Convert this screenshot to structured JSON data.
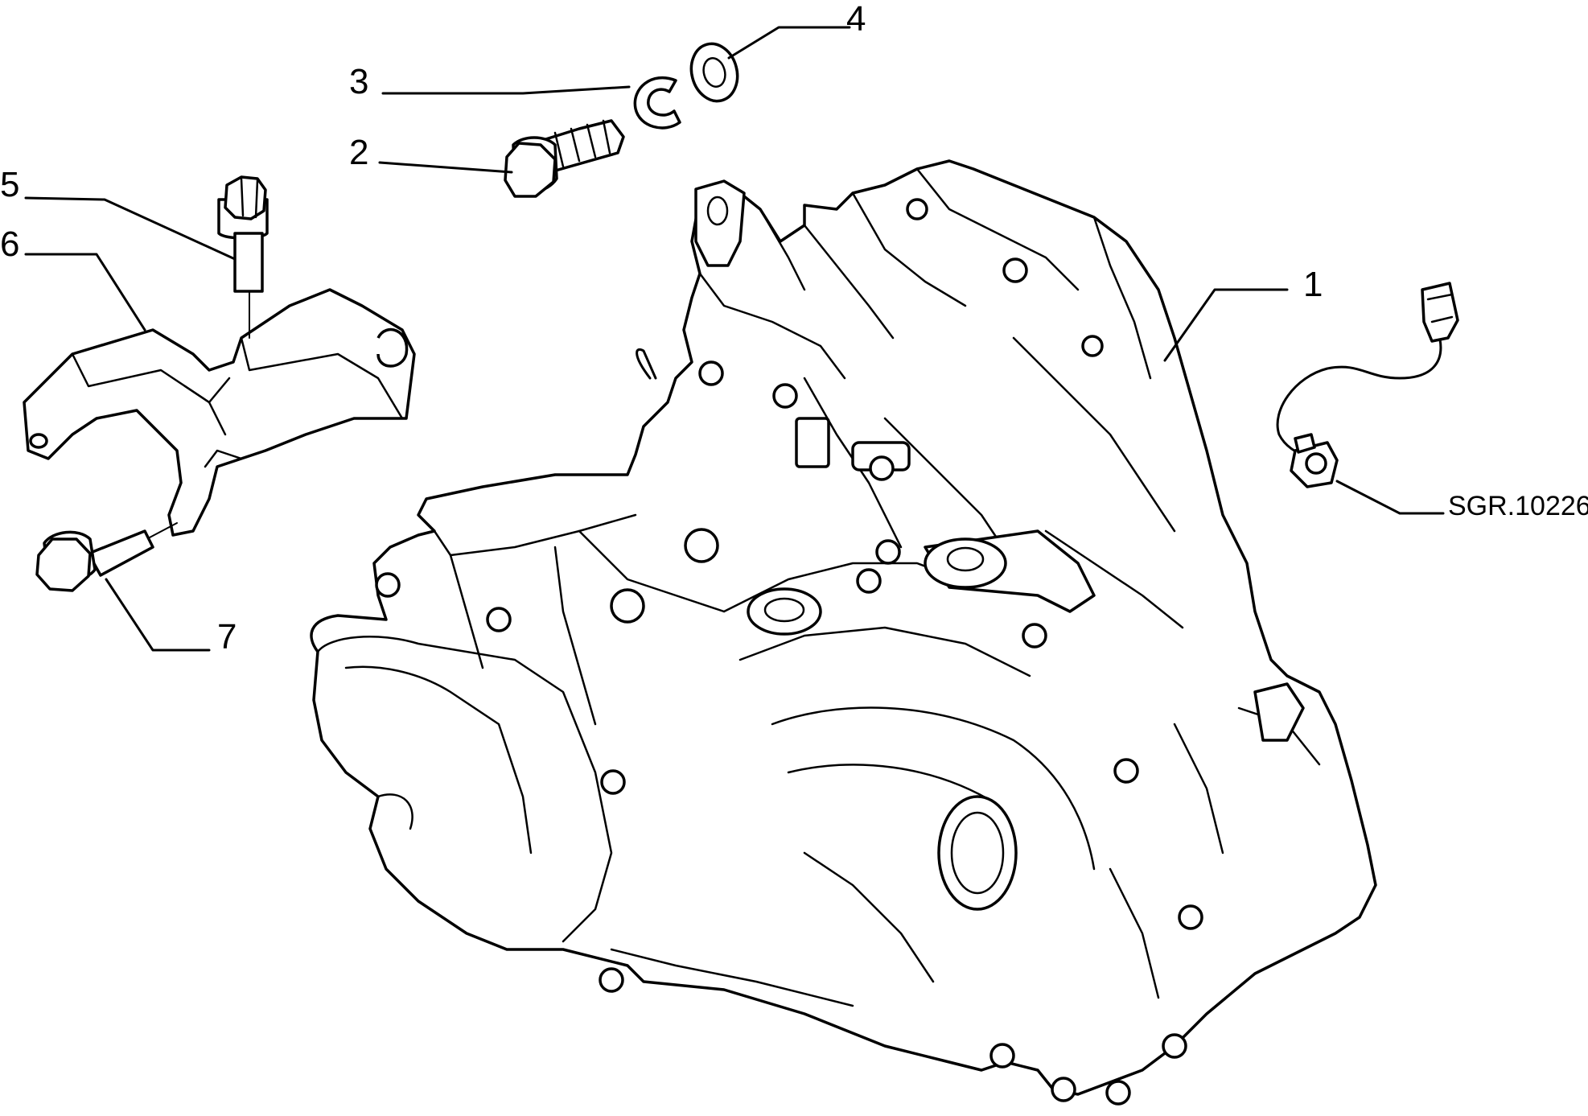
{
  "diagram": {
    "reference_code": "SGR.10226",
    "callouts": [
      {
        "number": "1",
        "part": "gearbox-housing"
      },
      {
        "number": "2",
        "part": "hex-bolt"
      },
      {
        "number": "3",
        "part": "split-lock-washer"
      },
      {
        "number": "4",
        "part": "flat-washer"
      },
      {
        "number": "5",
        "part": "flange-bolt"
      },
      {
        "number": "6",
        "part": "mounting-bracket"
      },
      {
        "number": "7",
        "part": "flange-bolt"
      }
    ],
    "line_color": "#000000",
    "background_color": "#ffffff"
  }
}
